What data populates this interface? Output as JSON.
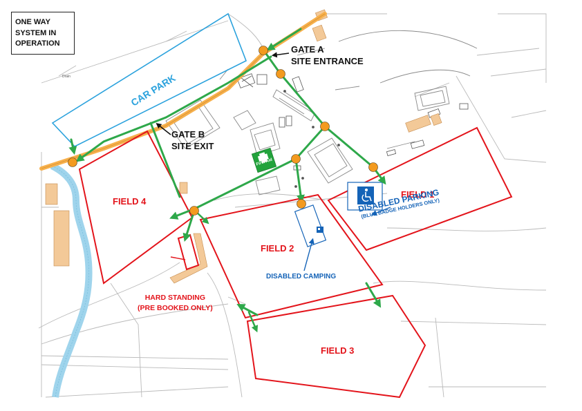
{
  "notice": {
    "lines": [
      "ONE WAY",
      "SYSTEM IN",
      "OPERATION"
    ]
  },
  "map": {
    "car_park": "CAR PARK",
    "gate_a": {
      "line1": "GATE A",
      "line2": "SITE ENTRANCE"
    },
    "gate_b": {
      "line1": "GATE B",
      "line2": "SITE EXIT"
    },
    "fields": {
      "field1": "FIELD 1",
      "field2": "FIELD 2",
      "field3": "FIELD 3",
      "field4": "FIELD 4"
    },
    "disabled_parking": {
      "line1": "DISABLED PARKING",
      "line2": "(BLUE BADGE HOLDERS ONLY)"
    },
    "disabled_camping": "DISABLED CAMPING",
    "hard_standing": {
      "line1": "HARD STANDING",
      "line2": "(PRE BOOKED ONLY)"
    },
    "first_aid": "First Aid",
    "small_labels": {
      "drain": "Drain"
    }
  },
  "colors": {
    "route_green": "#2ea84a",
    "field_red": "#e3141b",
    "car_park_blue": "#2ba2dd",
    "disabled_blue": "#1463b7",
    "junction_orange": "#f39a1f",
    "road_orange": "#f7b04b",
    "stream_blue": "#9fd4ec",
    "building_tan": "#f3c998"
  },
  "icons": [
    "wheelchair-icon",
    "first-aid-icon",
    "campervan-icon",
    "arrow-icon"
  ]
}
